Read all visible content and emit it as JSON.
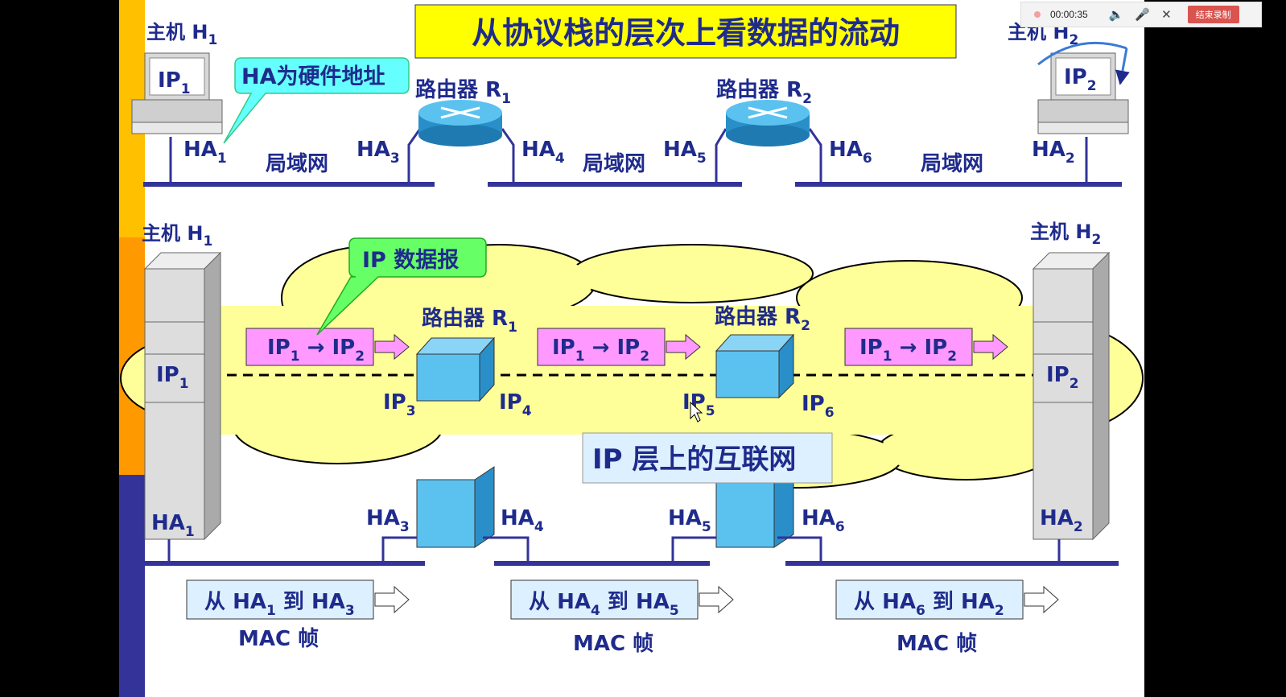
{
  "slide": {
    "title": "从协议栈的层次上看数据的流动",
    "ha_callout": "HA为硬件地址",
    "ip_datagram_callout": "IP 数据报",
    "internet_label": "IP 层上的互联网",
    "lan_label": "局域网",
    "router_label_prefix": "路由器 R",
    "host_label_prefix": "主机 H",
    "ip_prefix": "IP",
    "ha_prefix": "HA",
    "datagram_arrow": "→",
    "frames": [
      {
        "from": "1",
        "to": "3"
      },
      {
        "from": "4",
        "to": "5"
      },
      {
        "from": "6",
        "to": "2"
      }
    ],
    "frame_from_word": "从",
    "frame_to_word": "到",
    "mac_frame_label": "MAC 帧",
    "colors": {
      "title_bg": "#ffff00",
      "label_blue": "#1f2b8c",
      "cloud_yellow": "#ffff99",
      "router_cyan": "#5bc2f0",
      "datagram_pink": "#ff99ff",
      "frame_box_bg": "#ddf0ff",
      "callout_cyan": "#66ffff",
      "callout_green": "#66ff66"
    }
  },
  "recorder": {
    "time": "00:00:35",
    "stop_label": "结束录制"
  }
}
